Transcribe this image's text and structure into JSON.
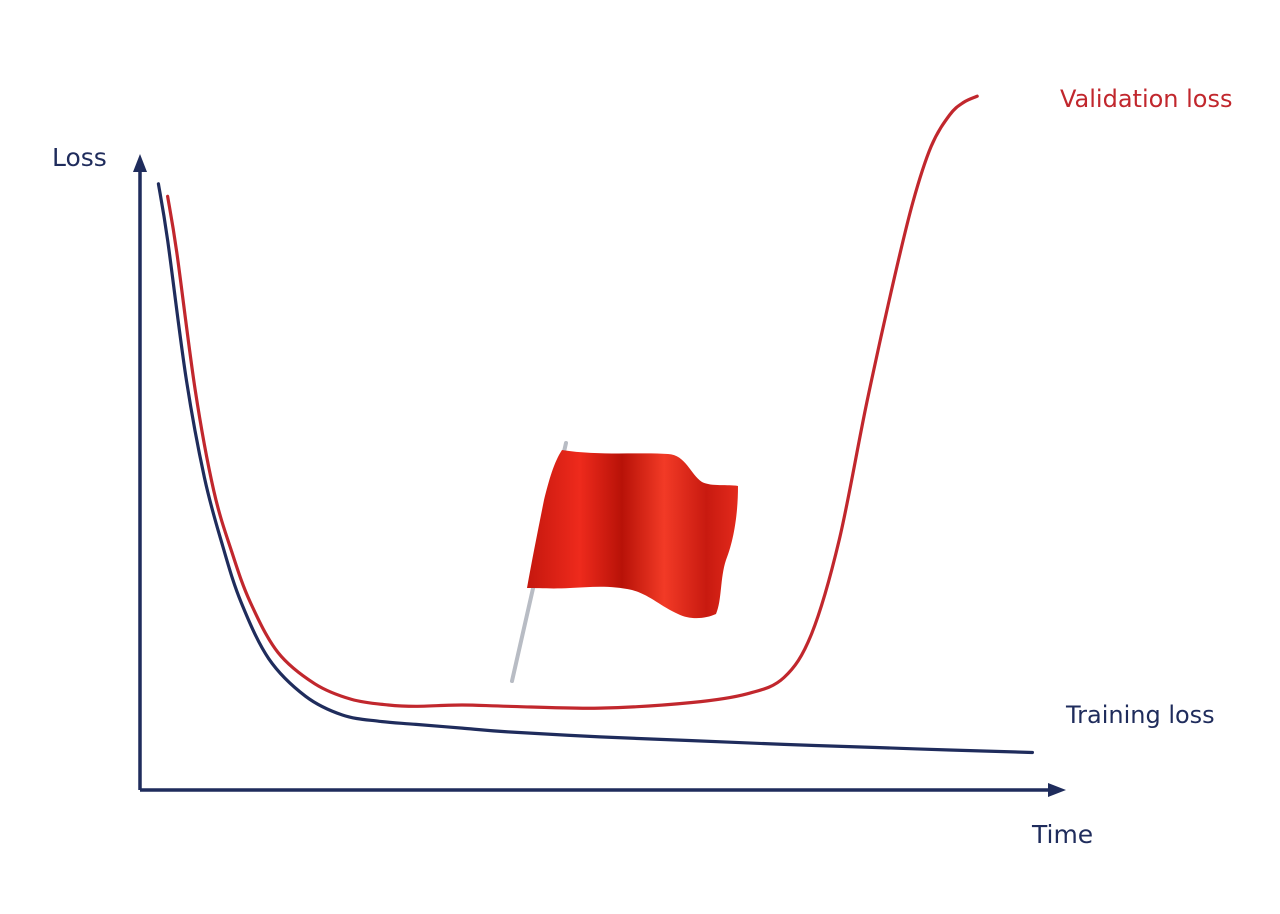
{
  "chart_data": {
    "type": "line",
    "title": "",
    "xlabel": "Time",
    "ylabel": "Loss",
    "xlim": [
      0,
      100
    ],
    "ylim": [
      0,
      100
    ],
    "axis_tick_labels": false,
    "grid": false,
    "legend": "inline labels at right end of each curve",
    "series": [
      {
        "name": "Training loss",
        "color": "#1f2c5c",
        "x": [
          2,
          3,
          5,
          7,
          9,
          11,
          14,
          18,
          22,
          26,
          30,
          35,
          40,
          50,
          60,
          70,
          80,
          88,
          97
        ],
        "y": [
          97,
          88,
          66,
          50,
          39,
          30,
          21,
          15,
          12,
          11,
          10.5,
          9.9,
          9.3,
          8.5,
          7.9,
          7.3,
          6.8,
          6.4,
          6
        ]
      },
      {
        "name": "Validation loss",
        "color": "#c1272d",
        "x": [
          3,
          4,
          6,
          8,
          10,
          12,
          15,
          19,
          23,
          27,
          30,
          35,
          40,
          50,
          60,
          66,
          70,
          73,
          76,
          79,
          82,
          84,
          86,
          88,
          89.5,
          91
        ],
        "y": [
          95,
          86,
          64,
          48,
          38,
          30,
          22,
          17,
          14.5,
          13.6,
          13.4,
          13.6,
          13.4,
          13.1,
          14,
          15.4,
          18,
          25,
          40,
          62,
          82,
          94,
          103,
          108,
          110,
          111
        ]
      }
    ],
    "annotations": [
      {
        "type": "flag",
        "color": "#e8231b",
        "x": 30,
        "y": 13.4
      }
    ]
  }
}
